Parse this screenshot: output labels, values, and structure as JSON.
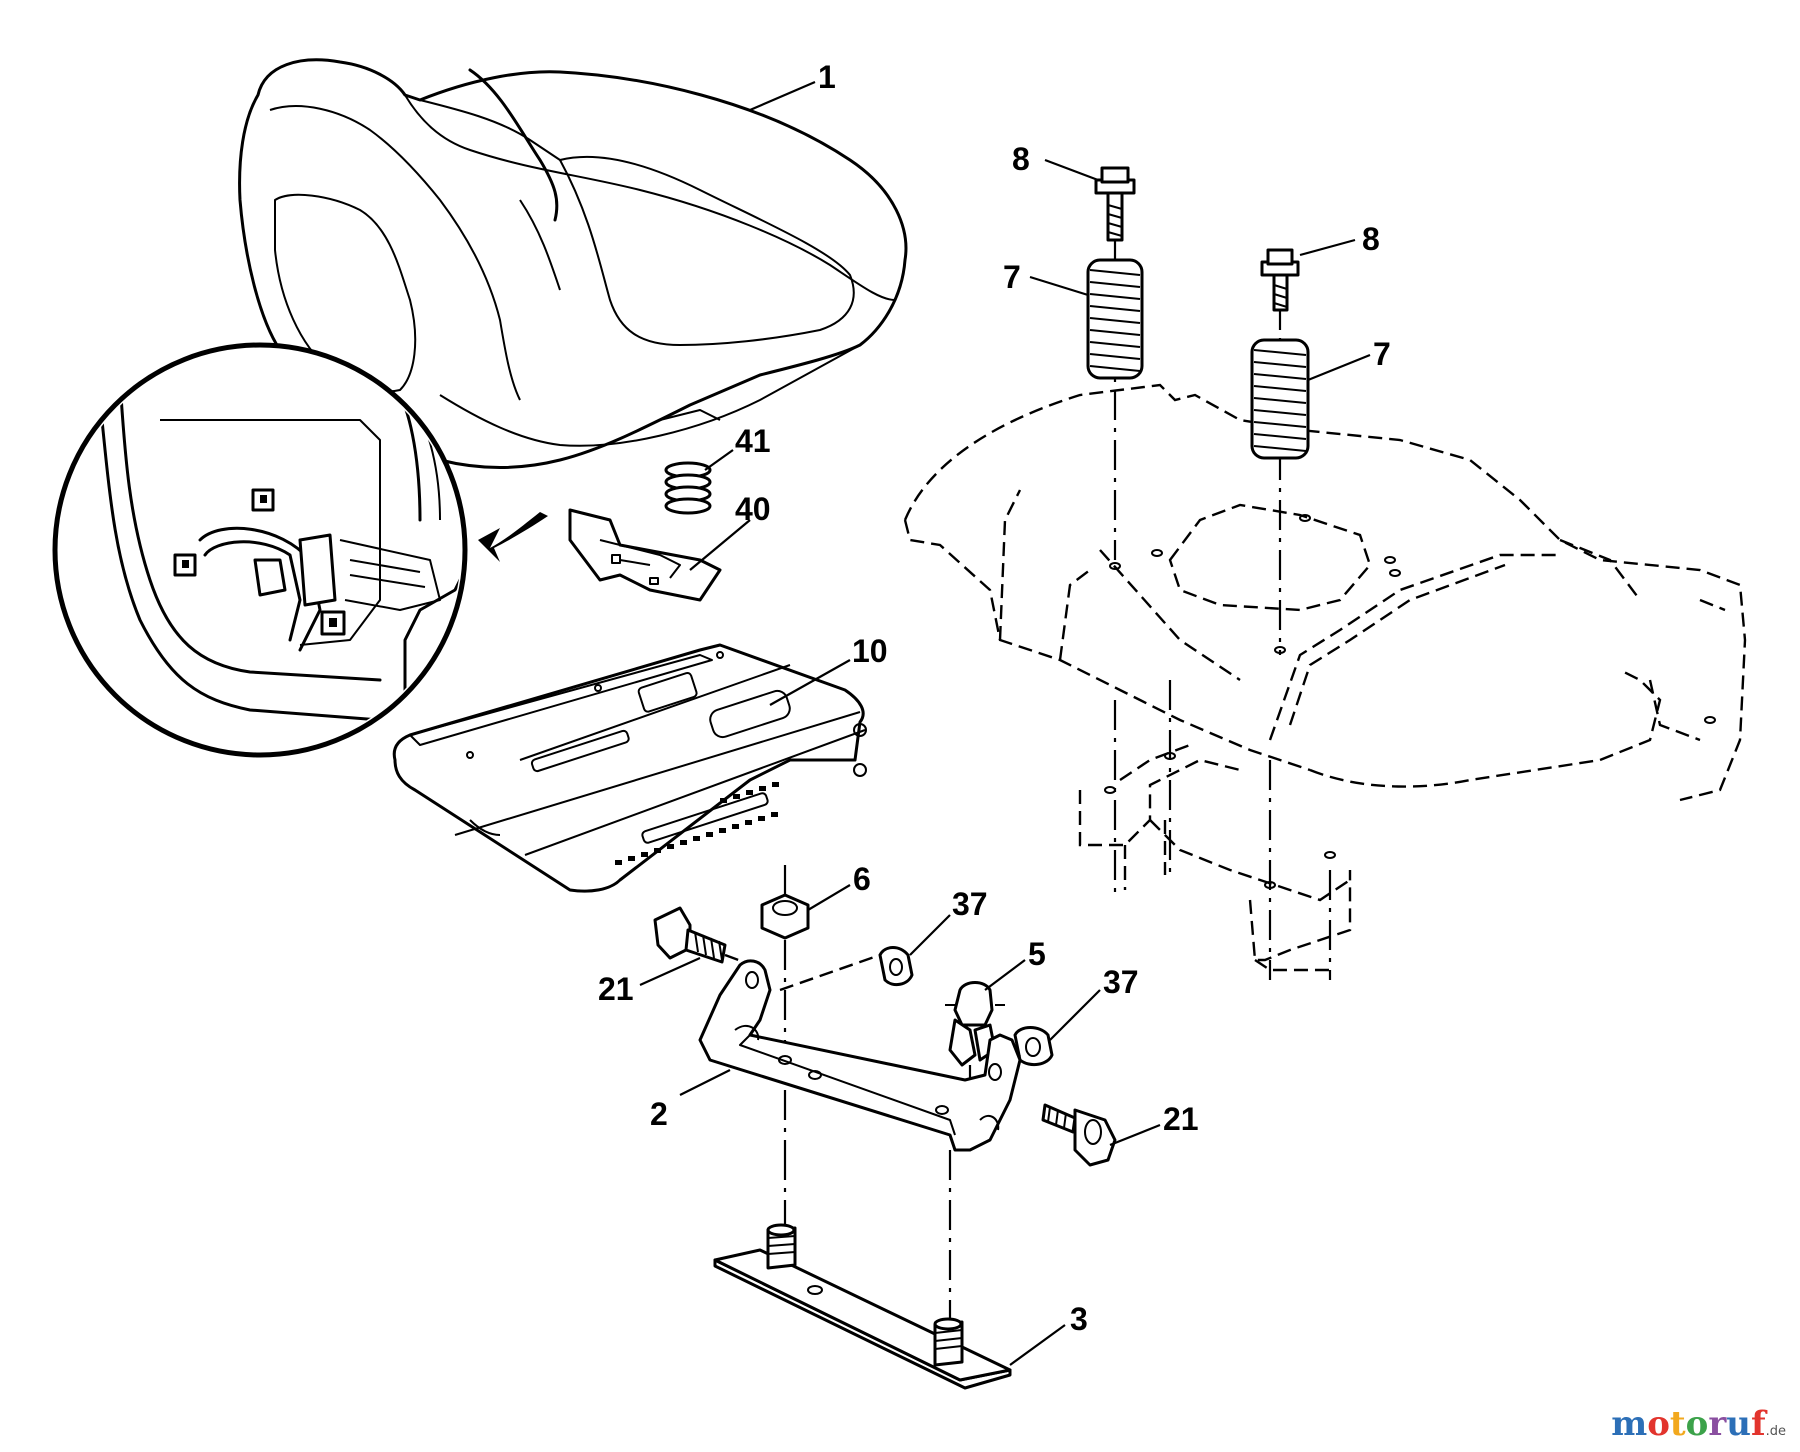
{
  "callouts": {
    "c1": "1",
    "c8a": "8",
    "c8b": "8",
    "c7a": "7",
    "c7b": "7",
    "c41": "41",
    "c40": "40",
    "c10": "10",
    "c6": "6",
    "c37a": "37",
    "c37b": "37",
    "c5": "5",
    "c21a": "21",
    "c21b": "21",
    "c2": "2",
    "c3": "3"
  },
  "watermark": {
    "letters": [
      "m",
      "o",
      "t",
      "o",
      "r",
      "u",
      "f"
    ],
    "tld": ".de"
  }
}
